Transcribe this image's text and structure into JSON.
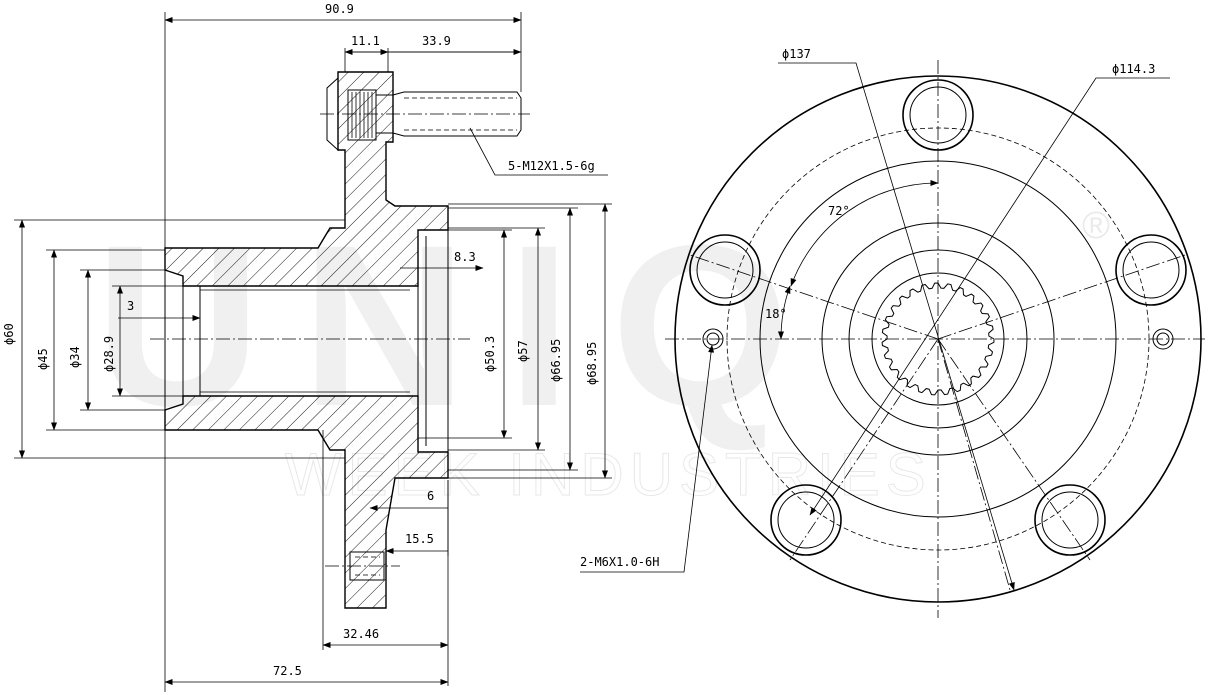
{
  "watermark": {
    "brand": "UNIQ",
    "registered": "®",
    "subtitle": "WEEK INDUSTRIES"
  },
  "dimensions": {
    "overall_length": "90.9",
    "stud_head": "11.1",
    "stud_length": "33.9",
    "stud_thread": "5-M12X1.5-6g",
    "recess_depth": "8.3",
    "chamfer": "3",
    "d_outer": "ϕ60",
    "d_45": "ϕ45",
    "d_34": "ϕ34",
    "d_bore": "ϕ28.9",
    "d_recess": "ϕ50.3",
    "d_57": "ϕ57",
    "d_66": "ϕ66.95",
    "d_68": "ϕ68.95",
    "flange_thk": "6",
    "flange_to_face": "15.5",
    "hub_length": "32.46",
    "base_length": "72.5",
    "d_flange": "ϕ137",
    "pcd": "ϕ114.3",
    "angle_72": "72°",
    "angle_18": "18°",
    "tap_holes": "2-M6X1.0-6H"
  }
}
